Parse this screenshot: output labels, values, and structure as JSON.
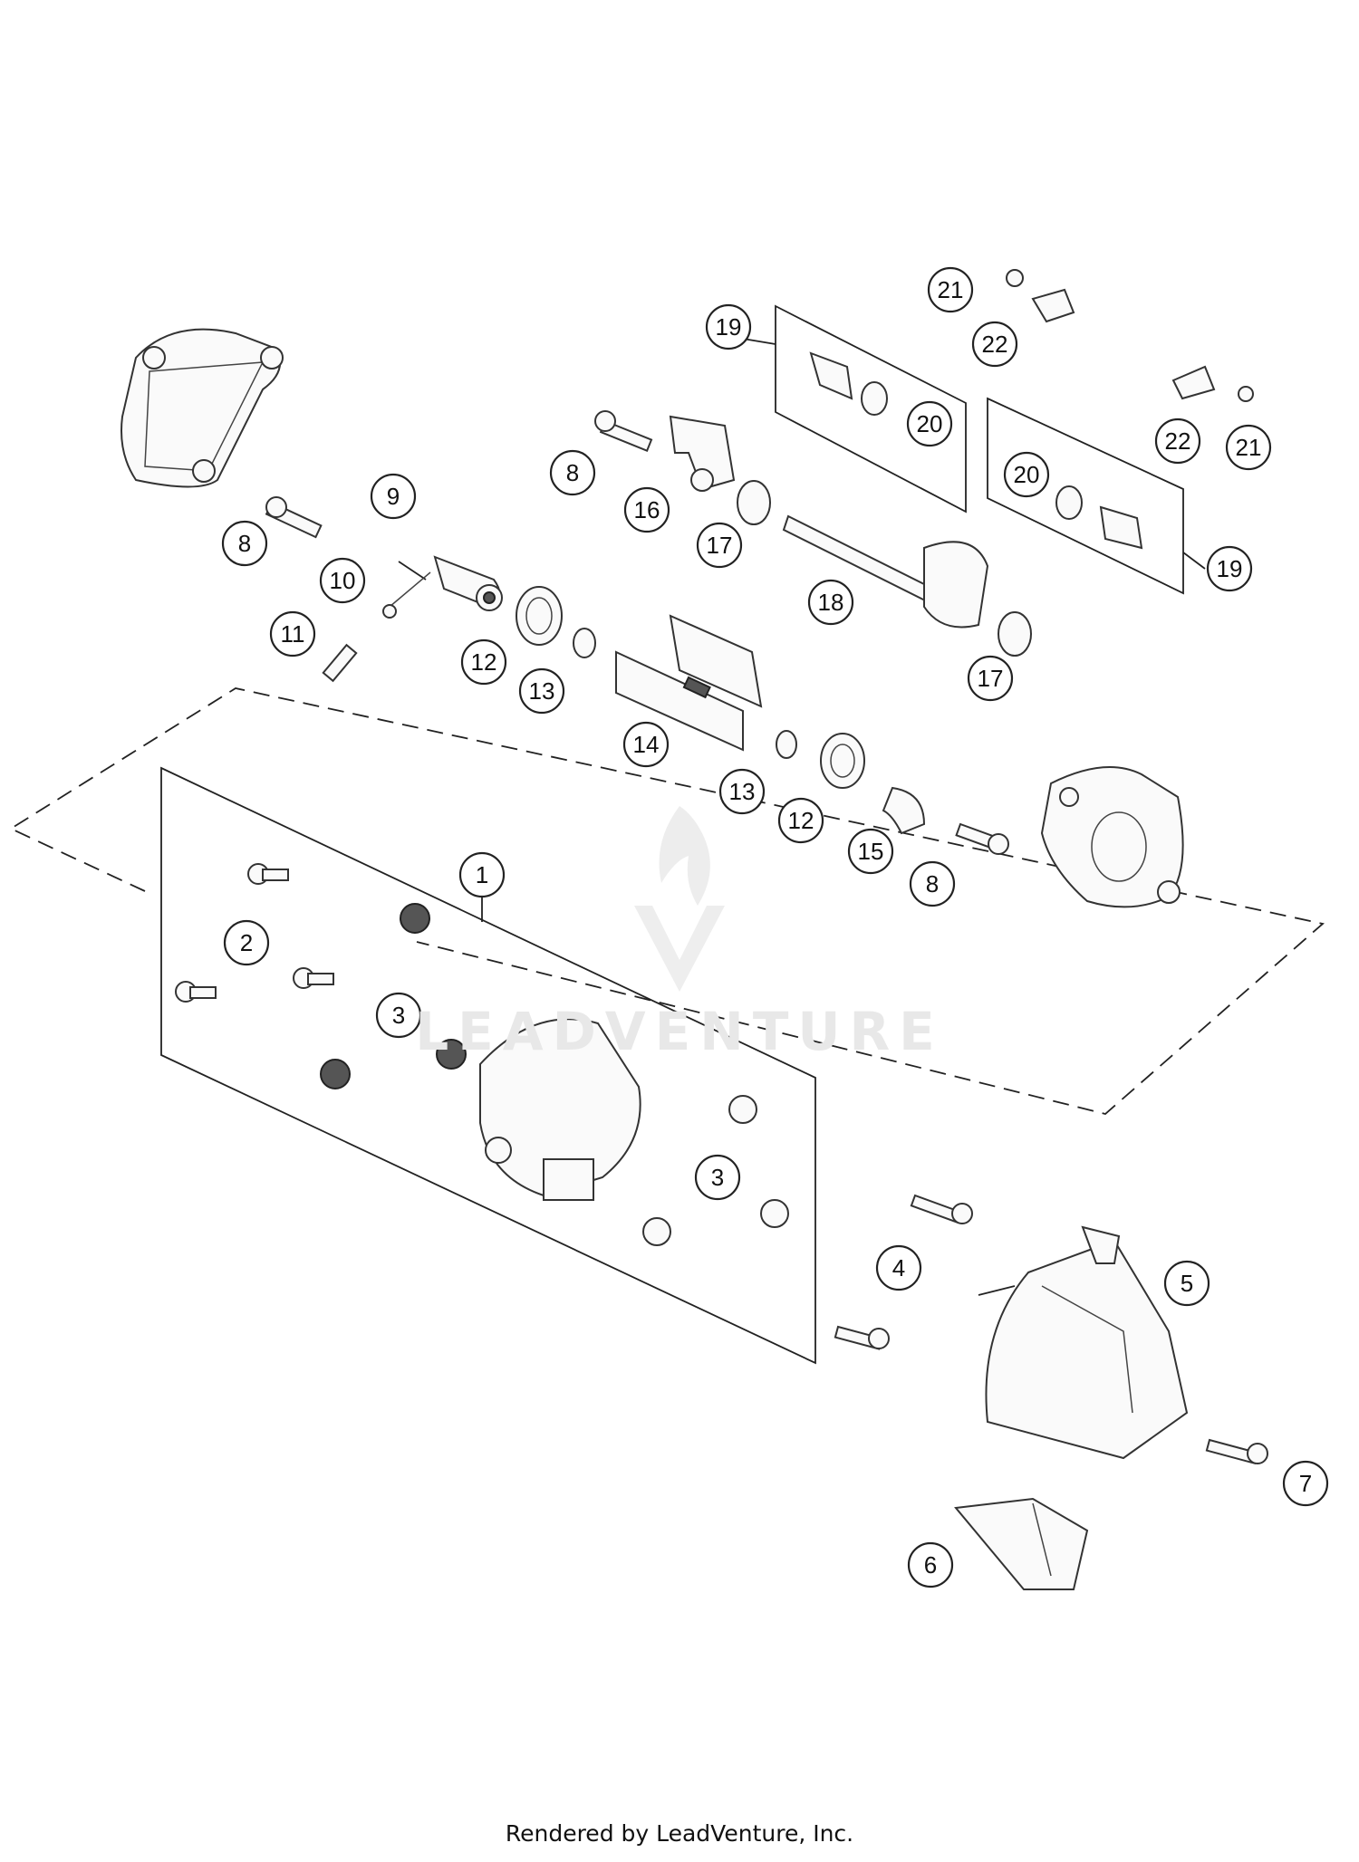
{
  "callouts": [
    {
      "id": "c1",
      "label": "1"
    },
    {
      "id": "c2",
      "label": "2"
    },
    {
      "id": "c3a",
      "label": "3"
    },
    {
      "id": "c3b",
      "label": "3"
    },
    {
      "id": "c4",
      "label": "4"
    },
    {
      "id": "c5",
      "label": "5"
    },
    {
      "id": "c6",
      "label": "6"
    },
    {
      "id": "c7",
      "label": "7"
    },
    {
      "id": "c8a",
      "label": "8"
    },
    {
      "id": "c8b",
      "label": "8"
    },
    {
      "id": "c8c",
      "label": "8"
    },
    {
      "id": "c9",
      "label": "9"
    },
    {
      "id": "c10",
      "label": "10"
    },
    {
      "id": "c11",
      "label": "11"
    },
    {
      "id": "c12a",
      "label": "12"
    },
    {
      "id": "c12b",
      "label": "12"
    },
    {
      "id": "c13a",
      "label": "13"
    },
    {
      "id": "c13b",
      "label": "13"
    },
    {
      "id": "c14",
      "label": "14"
    },
    {
      "id": "c15",
      "label": "15"
    },
    {
      "id": "c16",
      "label": "16"
    },
    {
      "id": "c17a",
      "label": "17"
    },
    {
      "id": "c17b",
      "label": "17"
    },
    {
      "id": "c18",
      "label": "18"
    },
    {
      "id": "c19a",
      "label": "19"
    },
    {
      "id": "c19b",
      "label": "19"
    },
    {
      "id": "c20a",
      "label": "20"
    },
    {
      "id": "c20b",
      "label": "20"
    },
    {
      "id": "c21a",
      "label": "21"
    },
    {
      "id": "c21b",
      "label": "21"
    },
    {
      "id": "c22a",
      "label": "22"
    },
    {
      "id": "c22b",
      "label": "22"
    }
  ],
  "watermark": "LEADVENTURE",
  "footer": "Rendered by LeadVenture, Inc.",
  "colors": {
    "line": "#222222",
    "watermark": "#e8e8e8",
    "background": "#ffffff"
  }
}
